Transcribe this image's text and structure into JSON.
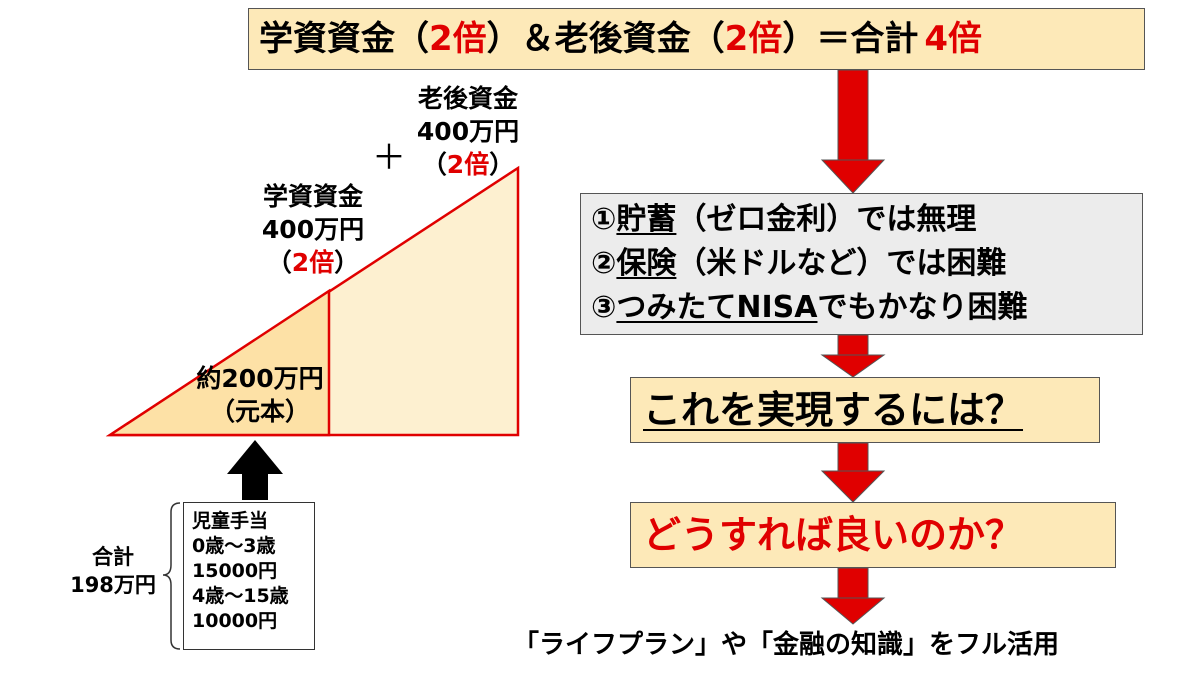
{
  "title": {
    "part1": "学資資金（",
    "part2": "2倍",
    "part3": "）＆老後資金（",
    "part4": "2倍",
    "part5": "）＝合計",
    "part6": "4倍"
  },
  "difficulties": [
    {
      "num": "①",
      "term": "貯蓄",
      "rest": "（ゼロ金利）では無理"
    },
    {
      "num": "②",
      "term": "保険",
      "rest": "（米ドルなど）では困難"
    },
    {
      "num": "③",
      "term": "つみたてNISA",
      "rest": "でもかなり困難"
    }
  ],
  "question1": "これを実現するには？",
  "question2": "どうすれば良いのか？",
  "bottom_text": "「ライフプラン」や「金融の知識」をフル活用",
  "retirement": {
    "line1": "老後資金",
    "line2": "400万円",
    "open": "（",
    "mult": "2倍",
    "close": "）"
  },
  "plus": "＋",
  "education": {
    "line1": "学資資金",
    "line2": "400万円",
    "open": "（",
    "mult": "2倍",
    "close": "）"
  },
  "principal": {
    "line1": "約200万円",
    "line2": "（元本）"
  },
  "allowance": {
    "lines": [
      "児童手当",
      "0歳～3歳",
      "15000円",
      "4歳～15歳",
      "10000円"
    ]
  },
  "total": {
    "line1": "合計",
    "line2": "198万円"
  },
  "colors": {
    "accent_red": "#e00000",
    "box_fill": "#fde9b8",
    "grey_fill": "#ececec",
    "triangle_stroke": "#e00000"
  }
}
